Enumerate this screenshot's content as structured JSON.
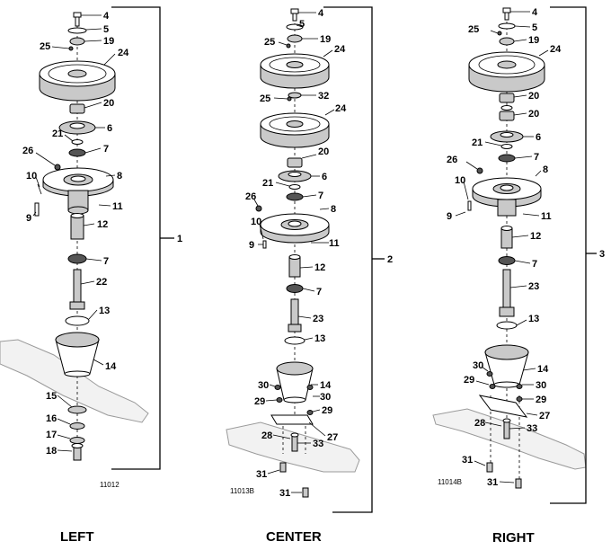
{
  "assemblies": [
    {
      "title": "LEFT",
      "figure_number": "11012",
      "assembly_callout": "1",
      "callouts": [
        "4",
        "5",
        "25",
        "19",
        "24",
        "20",
        "6",
        "21",
        "7",
        "26",
        "8",
        "10",
        "11",
        "9",
        "12",
        "7",
        "22",
        "13",
        "14",
        "15",
        "16",
        "17",
        "18"
      ]
    },
    {
      "title": "CENTER",
      "figure_number": "11013B",
      "assembly_callout": "2",
      "callouts": [
        "4",
        "5",
        "25",
        "19",
        "24",
        "25",
        "32",
        "24",
        "20",
        "6",
        "21",
        "7",
        "26",
        "8",
        "10",
        "9",
        "11",
        "12",
        "7",
        "23",
        "13",
        "30",
        "14",
        "29",
        "30",
        "29",
        "27",
        "28",
        "33",
        "31",
        "31"
      ]
    },
    {
      "title": "RIGHT",
      "figure_number": "11014B",
      "assembly_callout": "3",
      "callouts": [
        "4",
        "25",
        "5",
        "19",
        "24",
        "20",
        "20",
        "21",
        "6",
        "26",
        "7",
        "8",
        "10",
        "9",
        "11",
        "12",
        "7",
        "23",
        "13",
        "30",
        "14",
        "29",
        "30",
        "29",
        "27",
        "28",
        "33",
        "31",
        "31"
      ]
    }
  ]
}
